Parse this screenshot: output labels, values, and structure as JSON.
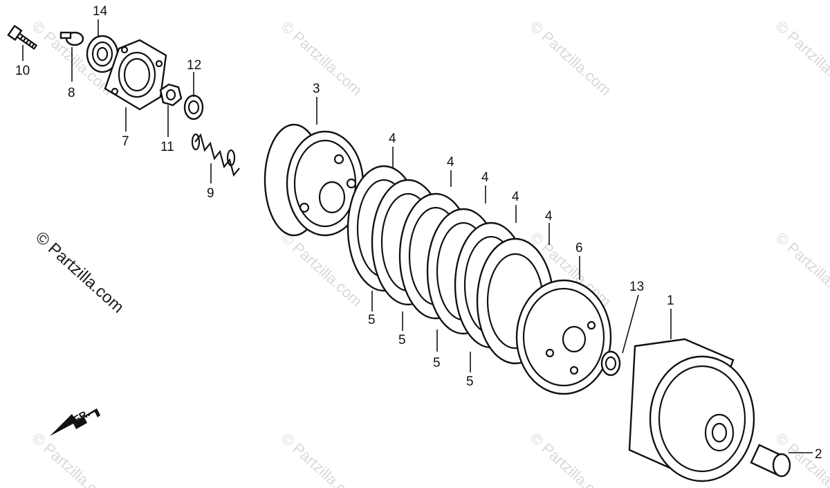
{
  "watermarks": {
    "main": "© Partzilla.com",
    "faint": "© Partzilla.com"
  },
  "callouts": [
    {
      "id": "c14",
      "text": "14"
    },
    {
      "id": "c10",
      "text": "10"
    },
    {
      "id": "c8",
      "text": "8"
    },
    {
      "id": "c7",
      "text": "7"
    },
    {
      "id": "c11",
      "text": "11"
    },
    {
      "id": "c12",
      "text": "12"
    },
    {
      "id": "c9",
      "text": "9"
    },
    {
      "id": "c3",
      "text": "3"
    },
    {
      "id": "c4a",
      "text": "4"
    },
    {
      "id": "c4b",
      "text": "4"
    },
    {
      "id": "c4c",
      "text": "4"
    },
    {
      "id": "c4d",
      "text": "4"
    },
    {
      "id": "c4e",
      "text": "4"
    },
    {
      "id": "c5a",
      "text": "5"
    },
    {
      "id": "c5b",
      "text": "5"
    },
    {
      "id": "c5c",
      "text": "5"
    },
    {
      "id": "c5d",
      "text": "5"
    },
    {
      "id": "c6",
      "text": "6"
    },
    {
      "id": "c13",
      "text": "13"
    },
    {
      "id": "c1",
      "text": "1"
    },
    {
      "id": "c2",
      "text": "2"
    }
  ],
  "direction_label": "FR.",
  "colors": {
    "ink": "#111111",
    "watermark": "#d9d9d9",
    "background": "#ffffff"
  }
}
